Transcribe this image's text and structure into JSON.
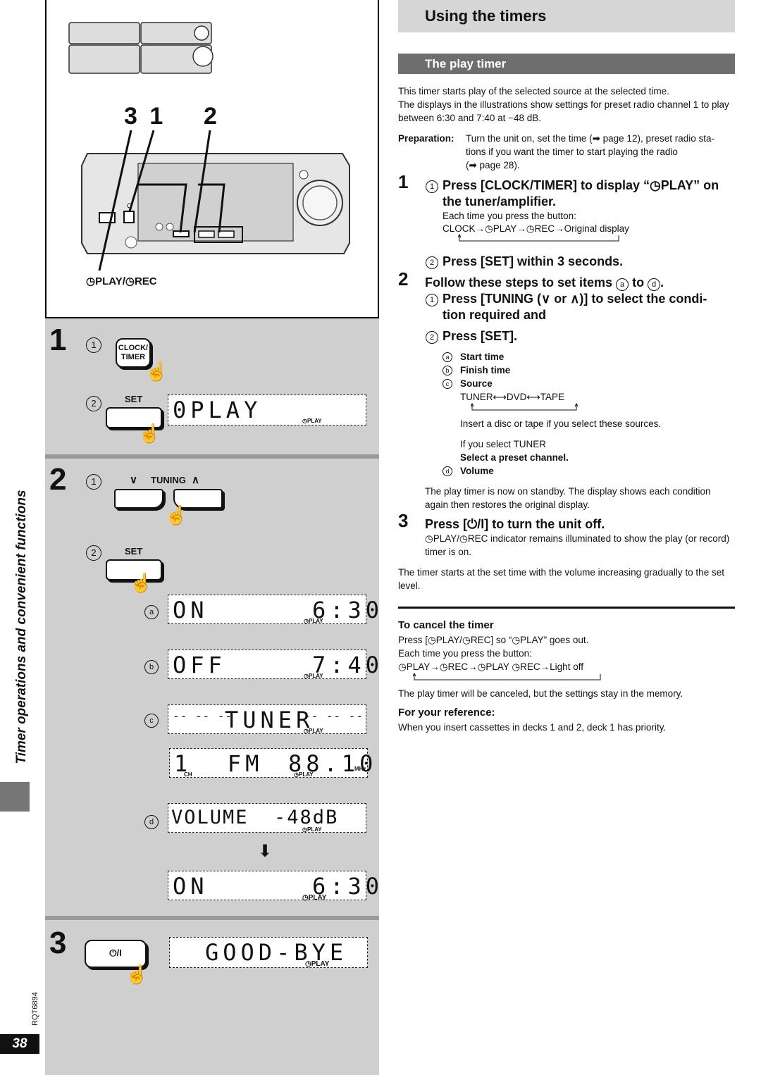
{
  "title": "Using the timers",
  "section": "The play timer",
  "intro": [
    "This timer starts play of the selected source at the selected time.",
    "The displays in the illustrations show settings for preset radio channel 1 to play between 6:30 and 7:40 at −48 dB."
  ],
  "preparation": {
    "label": "Preparation:",
    "lines": [
      "Turn the unit on, set the time (➡ page 12), preset radio sta-",
      "tions if you want the timer to start playing the radio",
      "(➡ page 28)."
    ]
  },
  "step1": {
    "num": "1",
    "sub1_line1": "Press [CLOCK/TIMER] to display “◷PLAY” on",
    "sub1_line2": "the tuner/amplifier.",
    "note": "Each time you press the button:",
    "sequence": "CLOCK→◷PLAY→◷REC→Original display",
    "sub2": "Press [SET] within 3 seconds."
  },
  "step2": {
    "num": "2",
    "heading": "Follow these steps to set items",
    "heading_to": "to",
    "sub1_line1": "Press [TUNING (∨  or ∧)] to select the condi-",
    "sub1_line2": "tion required and",
    "sub2": "Press [SET].",
    "items": [
      {
        "mark": "a",
        "label": "Start time"
      },
      {
        "mark": "b",
        "label": "Finish time"
      },
      {
        "mark": "c",
        "label": "Source"
      }
    ],
    "source_cycle": "TUNER⟷DVD⟷TAPE",
    "insert_note": "Insert a disc or tape if you select these sources.",
    "if_tuner": "If you select TUNER",
    "select_preset": "Select a preset channel.",
    "item_d": {
      "mark": "d",
      "label": "Volume"
    },
    "standby_note": "The play timer is now on standby. The display shows each condition again then restores the original display."
  },
  "step3": {
    "num": "3",
    "heading": "Press [⏻/I] to turn the unit off.",
    "note": "◷PLAY/◷REC indicator remains illuminated to show the play (or record) timer is on."
  },
  "timer_start_note": "The timer starts at the set time with the volume increasing gradually to the set level.",
  "cancel": {
    "heading": "To cancel the timer",
    "line1": "Press [◷PLAY/◷REC] so “◷PLAY” goes out.",
    "line2": "Each time you press the button:",
    "sequence": "◷PLAY→◷REC→◷PLAY ◷REC→Light off",
    "footer": "The play timer will be canceled, but the settings stay in the memory."
  },
  "reference": {
    "heading": "For your reference:",
    "text": "When you insert cassettes in decks 1 and 2, deck 1 has priority."
  },
  "side_tab": "Timer operations and convenient functions",
  "page_number": "38",
  "doc_code": "RQT6894",
  "diagram": {
    "callout_numbers": "3 1    2",
    "playrec_label": "◷PLAY/◷REC"
  },
  "left_steps": {
    "s1": "1",
    "s2": "2",
    "s3": "3",
    "circ1": "1",
    "circ2": "2",
    "clock_timer_line1": "CLOCK/",
    "clock_timer_line2": "TIMER",
    "set_label": "SET",
    "tuning_label": "TUNING",
    "power_label": "⏻/I",
    "play_ind": "◷PLAY",
    "ch_ind": "CH",
    "mhz_ind": "MHz",
    "mark_a": "a",
    "mark_b": "b",
    "mark_c": "c",
    "mark_d": "d",
    "arrow_down": "⬇"
  },
  "lcd": {
    "play": "0PLAY",
    "on_start": "ON",
    "time_start": "6:30",
    "off": "OFF",
    "time_end": "7:40",
    "tuner_left": "-- -- --",
    "tuner": "TUNER",
    "tuner_right": "-- -- --",
    "fm_ch": "1  FM",
    "freq": "88.10",
    "volume": "VOLUME  -48dB",
    "on_final": "ON",
    "time_final": "6:30",
    "goodbye": "GOOD-BYE"
  }
}
